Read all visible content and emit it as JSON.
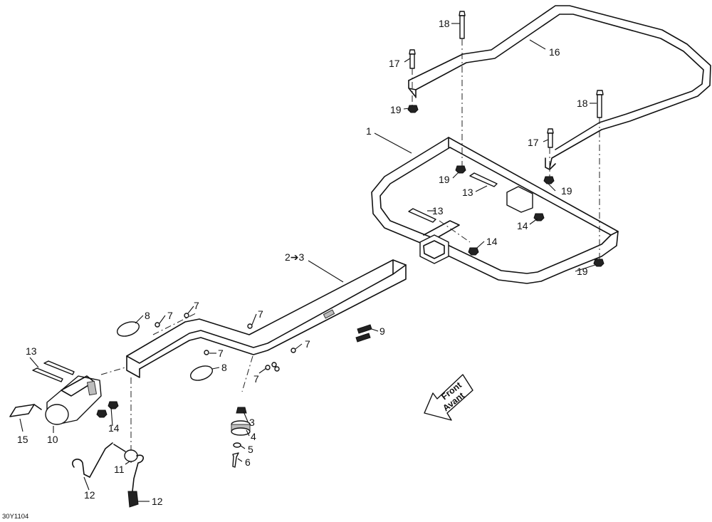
{
  "diagram": {
    "drawing_code": "30Y1104",
    "direction": {
      "line1": "Front",
      "line2": "Avant"
    },
    "callouts": {
      "c1": "1",
      "c2": "2➔3",
      "c3": "3",
      "c4": "4",
      "c5": "5",
      "c6": "6",
      "c7": "7",
      "c8": "8",
      "c9": "9",
      "c10": "10",
      "c11": "11",
      "c12": "12",
      "c13": "13",
      "c14": "14",
      "c15": "15",
      "c16": "16",
      "c17": "17",
      "c18": "18",
      "c19": "19"
    }
  }
}
